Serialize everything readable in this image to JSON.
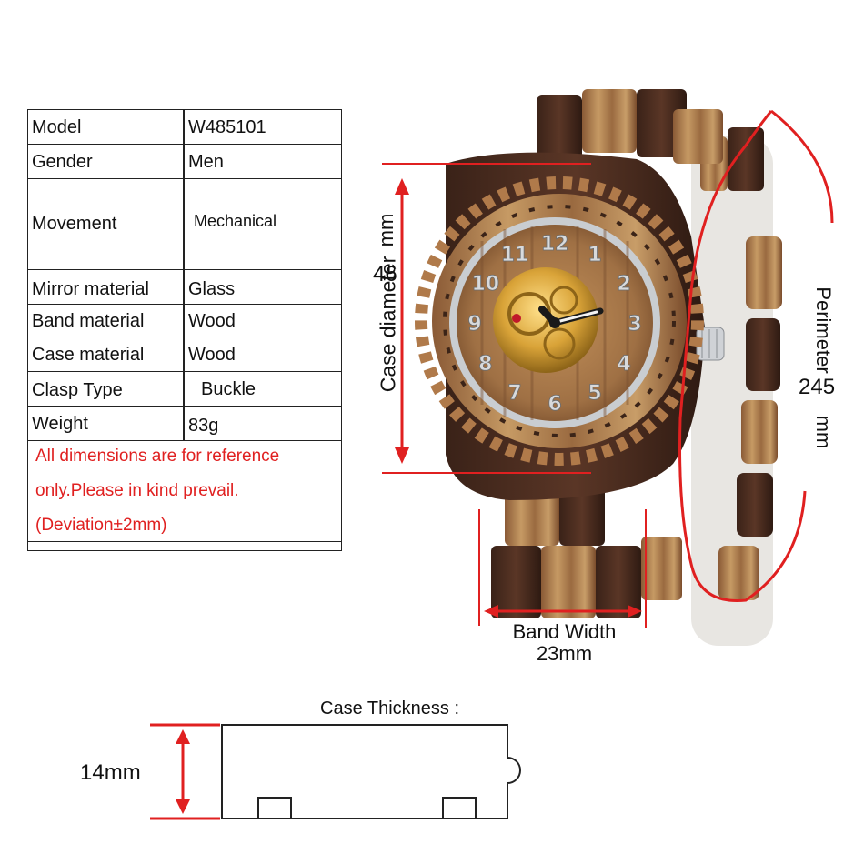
{
  "specs": [
    {
      "label": "Model",
      "value": "W485101"
    },
    {
      "label": "Gender",
      "value": "Men"
    },
    {
      "label": "Movement",
      "value": "Mechanical"
    },
    {
      "label": "Mirror material",
      "value": "Glass"
    },
    {
      "label": "Band material",
      "value": "Wood"
    },
    {
      "label": "Case material",
      "value": "Wood"
    },
    {
      "label": "Clasp Type",
      "value": "Buckle"
    },
    {
      "label": "Weight",
      "value": "83g"
    }
  ],
  "note": {
    "line1": "All dimensions are for reference",
    "line2": "only.Please in kind prevail.",
    "line3": "(Deviation±2mm)"
  },
  "dimensions": {
    "case_diameter_label": "Case diameter",
    "case_diameter_value": "46",
    "case_diameter_unit": "mm",
    "perimeter_label": "Perimeter",
    "perimeter_value": "245",
    "perimeter_unit": "mm",
    "band_width_label": "Band Width",
    "band_width_value": "23mm",
    "case_thickness_label": "Case Thickness :",
    "case_thickness_value": "14mm"
  },
  "dial_numerals": [
    "12",
    "1",
    "2",
    "3",
    "4",
    "5",
    "6",
    "7",
    "8",
    "9",
    "10",
    "11"
  ],
  "colors": {
    "accent_red": "#e02020",
    "wood_light": "#b0834f",
    "wood_dark": "#4a2e20",
    "gold": "#d9a338"
  }
}
